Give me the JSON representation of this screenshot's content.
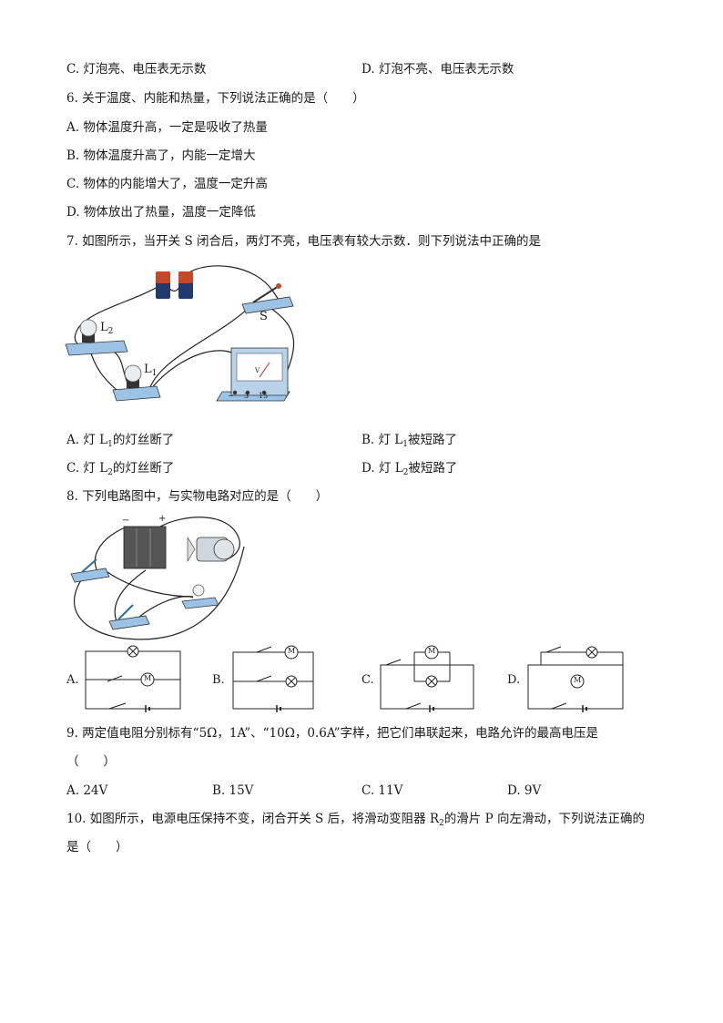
{
  "q5": {
    "optC": "C. 灯泡亮、电压表无示数",
    "optD": "D. 灯泡不亮、电压表无示数"
  },
  "q6": {
    "stem": "6. 关于温度、内能和热量，下列说法正确的是（　　）",
    "optA": "A.  物体温度升高，一定是吸收了热量",
    "optB": "B.  物体温度升高了，内能一定增大",
    "optC": "C.  物体的内能增大了，温度一定升高",
    "optD": "D.  物体放出了热量，温度一定降低"
  },
  "q7": {
    "stem": "7. 如图所示，当开关 S 闭合后，两灯不亮，电压表有较大示数．则下列说法中正确的是",
    "fig": {
      "switch": "S",
      "lamp2_main": "L",
      "lamp2_sub": "2",
      "lamp1_main": "L",
      "lamp1_sub": "1",
      "meter_symbol": "V",
      "term_minus": "−",
      "term_3": "3",
      "term_15": "15"
    },
    "optA_pre": "A.  灯 L",
    "optA_sub": "1",
    "optA_post": "的灯丝断了",
    "optB_pre": "B.  灯 L",
    "optB_sub": "1",
    "optB_post": "被短路了",
    "optC_pre": "C.  灯 L",
    "optC_sub": "2",
    "optC_post": "的灯丝断了",
    "optD_pre": "D.  灯 L",
    "optD_sub": "2",
    "optD_post": "被短路了"
  },
  "q8": {
    "stem": "8. 下列电路图中，与实物电路对应的是（　　）",
    "fig": {
      "minus": "−",
      "plus": "+"
    },
    "options": [
      "A.",
      "B.",
      "C.",
      "D."
    ],
    "motor_symbol": "M"
  },
  "q9": {
    "stem": "9. 两定值电阻分别标有“5Ω，1A”、“10Ω，0.6A”字样，把它们串联起来，电路允许的最高电压是",
    "stem_cont": "（　　）",
    "optA": "A. 24V",
    "optB": "B. 15V",
    "optC": "C. 11V",
    "optD": "D. 9V"
  },
  "q10": {
    "stem_pre": "10.  如图所示，电源电压保持不变，闭合开关 S 后，将滑动变阻器 R",
    "stem_sub": "2",
    "stem_post": "的滑片 P 向左滑动，下列说法正确的",
    "stem_cont": "是（　　）"
  }
}
